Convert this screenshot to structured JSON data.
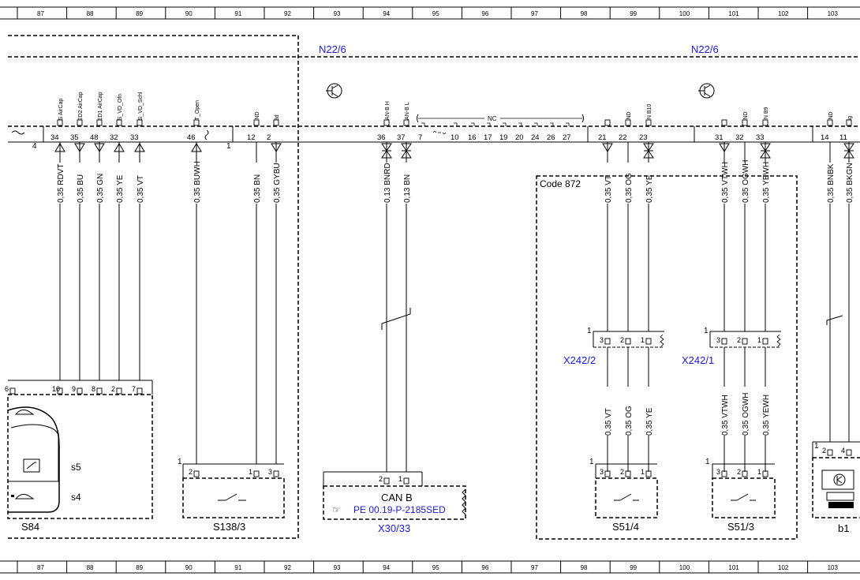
{
  "ruler": [
    "87",
    "88",
    "89",
    "90",
    "91",
    "92",
    "93",
    "94",
    "95",
    "96",
    "97",
    "98",
    "99",
    "100",
    "101",
    "102",
    "103"
  ],
  "modules": {
    "left": "N22/6",
    "right": "N22/6"
  },
  "pins_left": [
    {
      "num": "34",
      "sig": "BS AirCap",
      "wire": "0,35 RDVT"
    },
    {
      "num": "35",
      "sig": "LED2 AirCap",
      "wire": "0,35 BU"
    },
    {
      "num": "48",
      "sig": "LED1 AirCap",
      "wire": "0,35 GN"
    },
    {
      "num": "32",
      "sig": "BS_VD_Ofn",
      "wire": "0,35 YE"
    },
    {
      "num": "33",
      "sig": "BS_VD_Schl",
      "wire": "0,35 VT"
    },
    {
      "num": "46",
      "sig": "BT_Open",
      "wire": "0,35 BUWH"
    },
    {
      "num": "12",
      "sig": "GND",
      "wire": "0,35 BN"
    },
    {
      "num": "2",
      "sig": "58d",
      "wire": "0,35 GYBU"
    }
  ],
  "pins_can": [
    {
      "num": "36",
      "sig": "CAN-B H",
      "wire": "0,13 BNRD"
    },
    {
      "num": "37",
      "sig": "CAN-B L",
      "wire": "0,13 BN"
    }
  ],
  "nc": {
    "label": "NC",
    "pins": [
      "7",
      "10",
      "16",
      "17",
      "19",
      "20",
      "24",
      "26",
      "27"
    ]
  },
  "pins_right_a": [
    {
      "num": "21",
      "sig": "+",
      "wire": "0,35 VT"
    },
    {
      "num": "22",
      "sig": "GND",
      "wire": "0,35 OG"
    },
    {
      "num": "23",
      "sig": "LIN B10",
      "wire": "0,35 YE"
    }
  ],
  "pins_right_b": [
    {
      "num": "31",
      "sig": "+",
      "wire": "0,35 VTWH"
    },
    {
      "num": "32",
      "sig": "GND",
      "wire": "0,35 OGWH"
    },
    {
      "num": "33",
      "sig": "LIN B9",
      "wire": "0,35 YEWH"
    }
  ],
  "pins_far": [
    {
      "num": "14",
      "sig": "GND",
      "wire": "0,35 BNBK"
    },
    {
      "num": "11",
      "sig": "Sig",
      "wire": "0,35 BKGN"
    }
  ],
  "misc_pins": {
    "p4": "4",
    "p1": "1"
  },
  "code_box": "Code 872",
  "connectors": {
    "x242_2": {
      "label": "X242/2",
      "pins": [
        "3",
        "2",
        "1"
      ],
      "mark": "1"
    },
    "x242_1": {
      "label": "X242/1",
      "pins": [
        "3",
        "2",
        "1"
      ],
      "mark": "1"
    }
  },
  "s84": {
    "label": "S84",
    "pins": [
      "6",
      "10",
      "9",
      "8",
      "2",
      "7"
    ],
    "s5": "s5",
    "s4": "s4"
  },
  "s138": {
    "label": "S138/3",
    "pins": [
      "2",
      "1",
      "3"
    ],
    "mark": "1"
  },
  "can": {
    "title": "CAN B",
    "ref": "PE 00.19-P-2185SED",
    "label": "X30/33",
    "pins": [
      "2",
      "1"
    ]
  },
  "s51_4": {
    "label": "S51/4",
    "pins": [
      "3",
      "2",
      "1"
    ],
    "mark": "1"
  },
  "s51_3": {
    "label": "S51/3",
    "pins": [
      "3",
      "2",
      "1"
    ],
    "mark": "1"
  },
  "b1": {
    "label": "b1",
    "pins": [
      "2",
      "4"
    ],
    "mark": "1"
  },
  "lower_wires": {
    "a": [
      "0,35 VT",
      "0,35 OG",
      "0,35 YE"
    ],
    "b": [
      "0,35 VTWH",
      "0,35 OGWH",
      "0,35 YEWH"
    ]
  }
}
